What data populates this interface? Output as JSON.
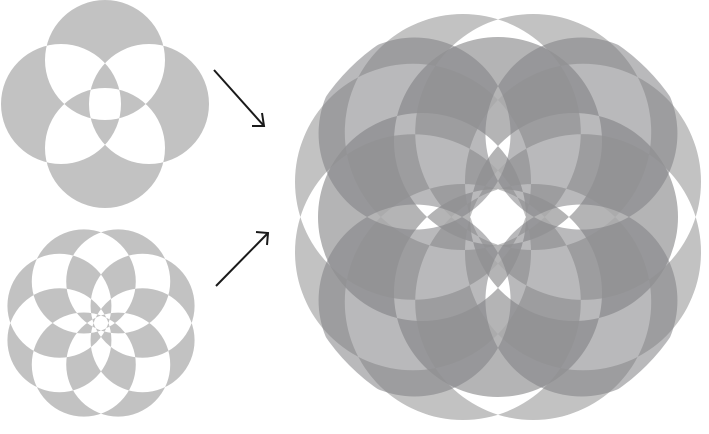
{
  "figure": {
    "panels": [
      {
        "id": "four-circle-pattern",
        "circle_count": 4,
        "shade": "light",
        "fill_rule": "evenodd"
      },
      {
        "id": "eight-circle-pattern",
        "circle_count": 8,
        "shade": "light",
        "fill_rule": "evenodd"
      },
      {
        "id": "combined-rosette",
        "circle_count": 12,
        "shade": "mixed",
        "fill_rule": "evenodd"
      }
    ],
    "arrows": [
      {
        "id": "arrow-down-right",
        "from": "four-circle-pattern",
        "to": "combined-rosette"
      },
      {
        "id": "arrow-up-right",
        "from": "eight-circle-pattern",
        "to": "combined-rosette"
      }
    ],
    "colors": {
      "background": "#ffffff",
      "light_gray": "#c2c2c2",
      "mid_gray": "#a7a7a8",
      "dark_gray": "#807f83",
      "arrow": "#1a1a1a"
    }
  }
}
